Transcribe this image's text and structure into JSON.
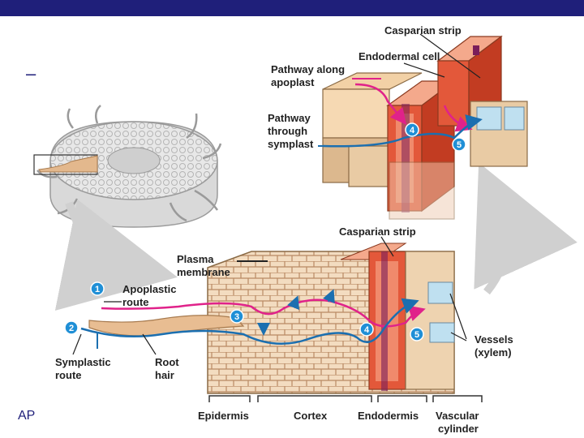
{
  "slide": {
    "dash": "–",
    "footer": "AP",
    "colors": {
      "bar": "#1f1f7a",
      "step_circle": "#1f8fd6",
      "apoplast_path": "#e0228a",
      "symplast_path": "#1b6fb0",
      "endodermis": "#d8432a",
      "casparian": "#7a1e5a"
    }
  },
  "labels": {
    "casparian_strip_top": "Casparian strip",
    "endodermal_cell": "Endodermal cell",
    "pathway_apoplast_1": "Pathway along",
    "pathway_apoplast_2": "apoplast",
    "pathway_symplast_1": "Pathway",
    "pathway_symplast_2": "through",
    "pathway_symplast_3": "symplast",
    "casparian_strip_mid": "Casparian strip",
    "plasma_membrane_1": "Plasma",
    "plasma_membrane_2": "membrane",
    "apoplastic_1": "Apoplastic",
    "apoplastic_2": "route",
    "symplastic_1": "Symplastic",
    "symplastic_2": "route",
    "root_hair_1": "Root",
    "root_hair_2": "hair",
    "vessels_1": "Vessels",
    "vessels_2": "(xylem)",
    "epidermis": "Epidermis",
    "cortex": "Cortex",
    "endodermis": "Endodermis",
    "vascular_1": "Vascular",
    "vascular_2": "cylinder"
  },
  "steps": {
    "s1": "1",
    "s2": "2",
    "s3": "3",
    "s4": "4",
    "s5": "5",
    "s4_top": "4",
    "s5_top": "5"
  }
}
